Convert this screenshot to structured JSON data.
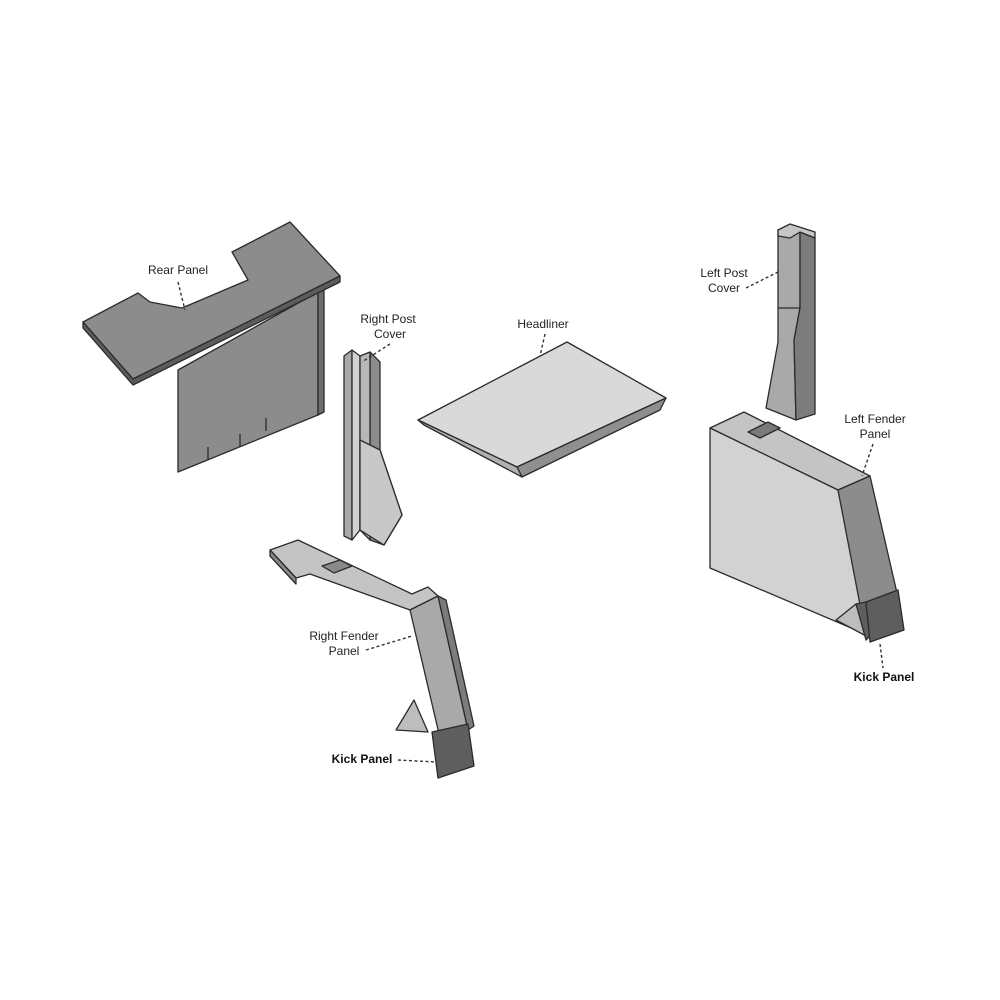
{
  "labels": {
    "rear_panel": "Rear Panel",
    "right_post_cover_1": "Right Post",
    "right_post_cover_2": "Cover",
    "headliner": "Headliner",
    "left_post_cover_1": "Left Post",
    "left_post_cover_2": "Cover",
    "left_fender_panel_1": "Left Fender",
    "left_fender_panel_2": "Panel",
    "right_fender_panel_1": "Right Fender",
    "right_fender_panel_2": "Panel",
    "kick_panel_left": "Kick Panel",
    "kick_panel_right": "Kick Panel"
  },
  "colors": {
    "dark_face": "#8c8c8c",
    "mid_face": "#a9a9a9",
    "light_face": "#d2d2d2",
    "top_face": "#c4c4c4",
    "kick_face": "#5e5e5e",
    "kick_side": "#7a7a7a",
    "edge": "#2b2b2b"
  }
}
